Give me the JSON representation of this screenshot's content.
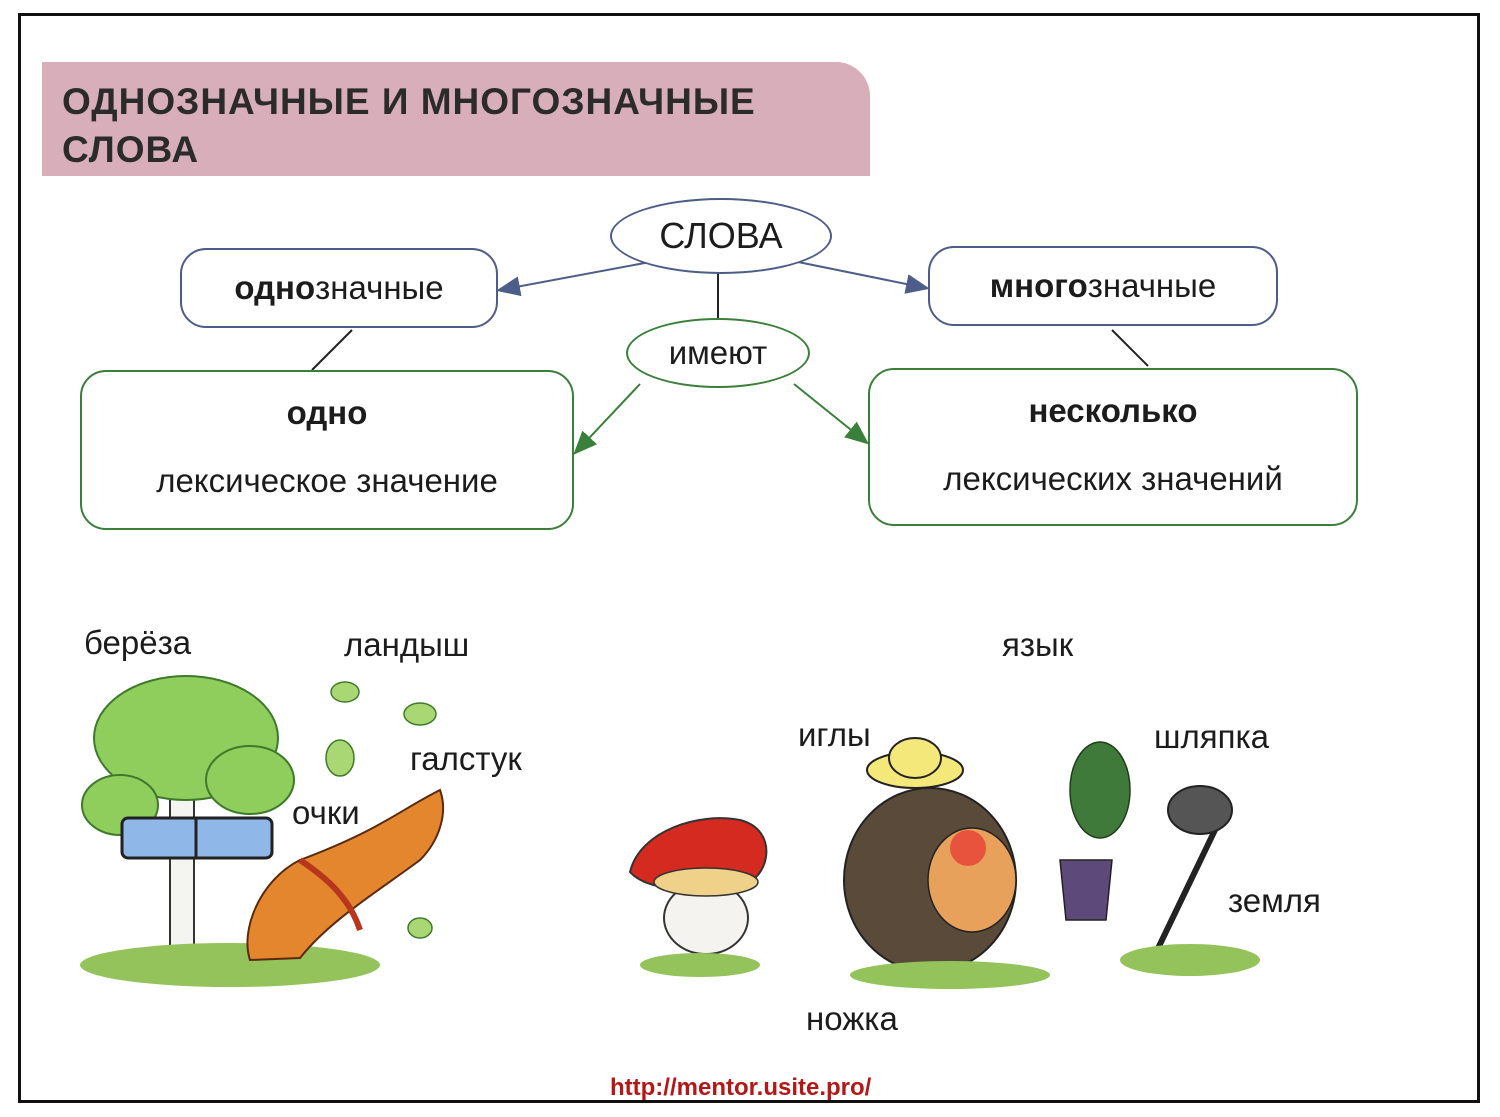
{
  "header": {
    "title": "ОДНОЗНАЧНЫЕ  И  МНОГОЗНАЧНЫЕ\nСЛОВА"
  },
  "diagram": {
    "root": "СЛОВА",
    "connector": "имеют",
    "left_type": {
      "bold": "одно",
      "rest": "значные"
    },
    "right_type": {
      "bold": "много",
      "rest": "значные"
    },
    "left_meaning": {
      "bold": "одно",
      "rest": "лексическое  значение"
    },
    "right_meaning": {
      "bold": "несколько",
      "rest": "лексических  значений"
    }
  },
  "examples": {
    "left_words": [
      "берёза",
      "ландыш",
      "галстук",
      "очки"
    ],
    "right_words": [
      "язык",
      "иглы",
      "шляпка",
      "земля",
      "ножка"
    ]
  },
  "footer": {
    "url": "http://mentor.usite.pro/"
  },
  "colors": {
    "title_band": "#d8aebb",
    "blue_arrow": "#4d5d8a",
    "green_arrow": "#3a7f3a",
    "url": "#b31717"
  }
}
